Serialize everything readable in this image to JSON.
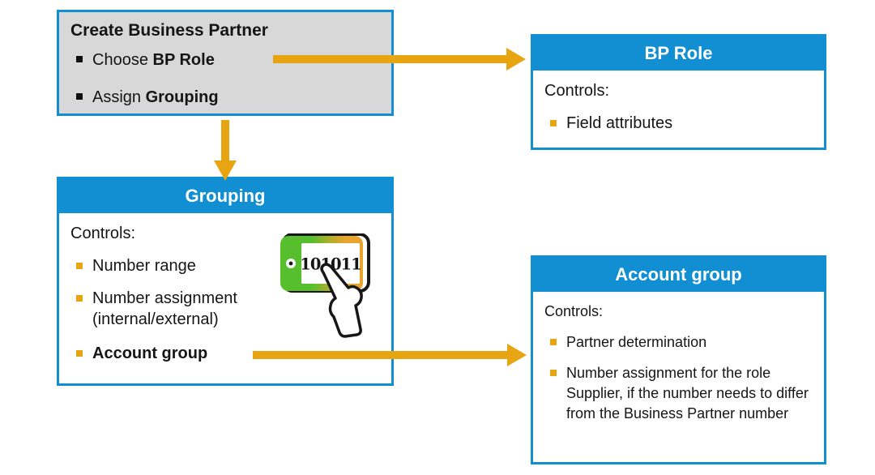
{
  "palette": {
    "blue": "#118FD2",
    "gray_fill": "#D8D8D8",
    "gold": "#E7A512",
    "device_green": "#57BE2E",
    "device_olive": "#A9B02B",
    "device_gold": "#E8A42C"
  },
  "create_box": {
    "title": "Create Business Partner",
    "items": [
      {
        "pre": "Choose ",
        "bold": "BP Role"
      },
      {
        "pre": "Assign ",
        "bold": "Grouping"
      }
    ]
  },
  "bp_role_box": {
    "title": "BP Role",
    "controls_label": "Controls:",
    "items": [
      "Field attributes"
    ]
  },
  "grouping_box": {
    "title": "Grouping",
    "controls_label": "Controls:",
    "items": [
      "Number range",
      "Number assignment (internal/external)",
      "Account group"
    ],
    "device": {
      "screen_text": "101011"
    }
  },
  "account_group_box": {
    "title": "Account group",
    "controls_label": "Controls:",
    "items": [
      "Partner determination",
      "Number assignment for the role Supplier, if the number needs to differ from the Business Partner number"
    ]
  }
}
